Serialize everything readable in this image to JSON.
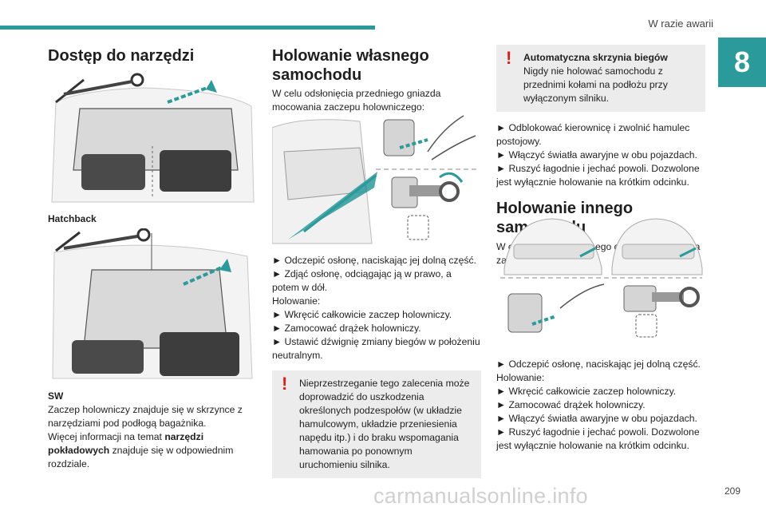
{
  "header": {
    "section": "W razie awarii",
    "chapter": "8",
    "page": "209"
  },
  "col1": {
    "title": "Dostęp do narzędzi",
    "caption1": "Hatchback",
    "caption2": "SW",
    "text1": "Zaczep holowniczy znajduje się w skrzynce z narzędziami pod podłogą bagażnika.",
    "text2a": "Więcej informacji na temat ",
    "text2b": "narzędzi pokładowych",
    "text2c": " znajduje się w odpowiednim rozdziale."
  },
  "col2": {
    "title": "Holowanie własnego samochodu",
    "intro": "W celu odsłonięcia przedniego gniazda mocowania zaczepu holowniczego:",
    "b1": "Odczepić osłonę, naciskając jej dolną część.",
    "b2": "Zdjąć osłonę, odciągając ją w prawo, a potem w dół.",
    "label": "Holowanie:",
    "b3": "Wkręcić całkowicie zaczep holowniczy.",
    "b4": "Zamocować drążek holowniczy.",
    "b5": "Ustawić dźwignię zmiany biegów w położeniu neutralnym.",
    "warn": "Nieprzestrzeganie tego zalecenia może doprowadzić do uszkodzenia określonych podzespołów (w układzie hamulcowym, układzie przeniesienia napędu itp.) i do braku wspomagania hamowania po ponownym uruchomieniu silnika."
  },
  "col3": {
    "warn_title": "Automatyczna skrzynia biegów",
    "warn_text": "Nigdy nie holować samochodu z przednimi kołami na podłożu przy wyłączonym silniku.",
    "b1": "Odblokować kierownicę i zwolnić hamulec postojowy.",
    "b2": "Włączyć światła awaryjne w obu pojazdach.",
    "b3": "Ruszyć łagodnie i jechać powoli. Dozwolone jest wyłącznie holowanie na krótkim odcinku.",
    "title": "Holowanie innego samochodu",
    "intro": "W celu odsłonięcia tylnego gniazda mocowania zaczepu holowniczego:",
    "b4": "Odczepić osłonę, naciskając jej dolną część.",
    "label": "Holowanie:",
    "b5": "Wkręcić całkowicie zaczep holowniczy.",
    "b6": "Zamocować drążek holowniczy.",
    "b7": "Włączyć światła awaryjne w obu pojazdach.",
    "b8": "Ruszyć łagodnie i jechać powoli. Dozwolone jest wyłącznie holowanie na krótkim odcinku."
  },
  "watermark": "carmanualsonline.info",
  "colors": {
    "accent": "#2a9a9a",
    "warning": "#e21b1b",
    "box": "#ececec"
  }
}
